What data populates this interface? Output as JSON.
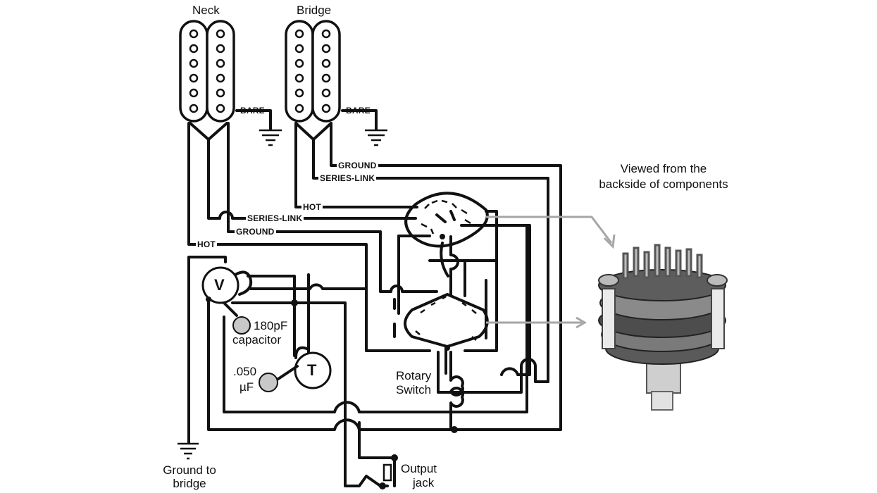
{
  "labels": {
    "neck": "Neck",
    "bridge": "Bridge",
    "bare_neck": "BARE",
    "bare_bridge": "BARE",
    "ground_bridge_pickup": "GROUND",
    "series_link_bridge": "SERIES-LINK",
    "hot_bridge": "HOT",
    "series_link_neck": "SERIES-LINK",
    "ground_neck": "GROUND",
    "hot_neck": "HOT",
    "volume_pot": "V",
    "tone_pot": "T",
    "cap_180pf_line1": "180pF",
    "cap_180pf_line2": "capacitor",
    "cap_050_line1": ".050",
    "cap_050_line2": "µF",
    "rotary_line1": "Rotary",
    "rotary_line2": "Switch",
    "ground_to_bridge_line1": "Ground to",
    "ground_to_bridge_line2": "bridge",
    "output_jack_line1": "Output",
    "output_jack_line2": "jack",
    "viewed_line1": "Viewed from the",
    "viewed_line2": "backside of components"
  },
  "colors": {
    "wire": "#111111",
    "arrow": "#a6a6a6",
    "capacitor": "#c8c8c8",
    "background": "#ffffff"
  }
}
